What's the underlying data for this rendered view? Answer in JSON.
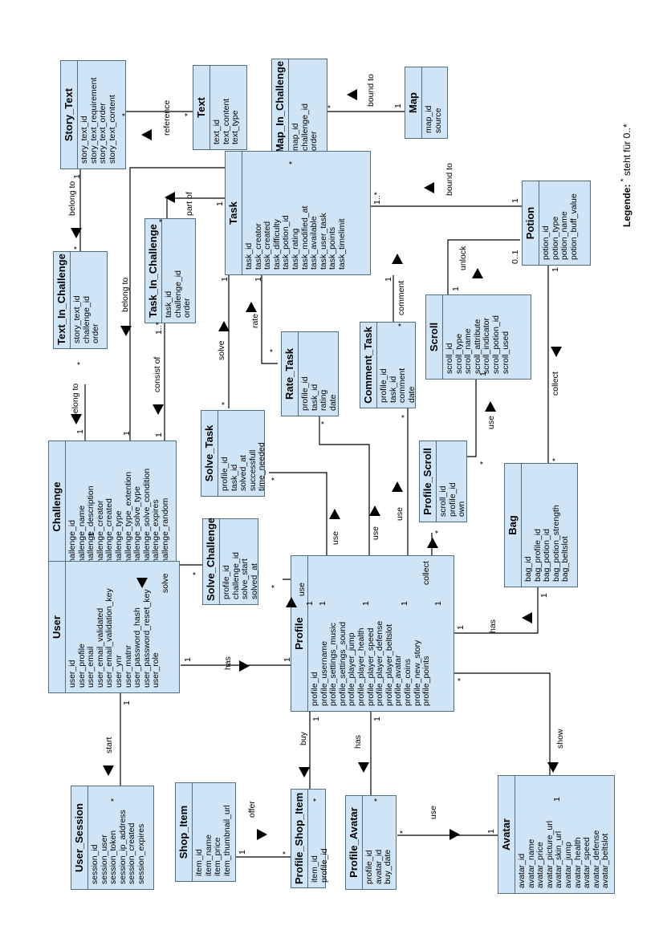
{
  "entities": {
    "story_text": {
      "name": "Story_Text",
      "attrs": [
        "story_text_id",
        "story_text_requirement",
        "story_text_order",
        "story_text_content"
      ]
    },
    "text": {
      "name": "Text",
      "attrs": [
        "text_id",
        "text_content",
        "text_type"
      ]
    },
    "map_in_challenge": {
      "name": "Map_In_Challenge",
      "attrs": [
        "map_id",
        "challenge_id",
        "order"
      ]
    },
    "map": {
      "name": "Map",
      "attrs": [
        "map_id",
        "source"
      ]
    },
    "text_in_challenge": {
      "name": "Text_In_Challenge",
      "attrs": [
        "story_text_id",
        "challenge_id",
        "order"
      ]
    },
    "task_in_challenge": {
      "name": "Task_In_Challenge",
      "attrs": [
        "task_id",
        "challenge_id",
        "order"
      ]
    },
    "task": {
      "name": "Task",
      "attrs": [
        "task_id",
        "task_creator",
        "task_created",
        "task_difficulty",
        "task_potion_id",
        "task_rating",
        "task_modified_at",
        "task_available",
        "task_user_task",
        "task_points",
        "task_timelimit"
      ]
    },
    "potion": {
      "name": "Potion",
      "attrs": [
        "potion_id",
        "potion_type",
        "potion_name",
        "potion_buff_value"
      ]
    },
    "scroll": {
      "name": "Scroll",
      "attrs": [
        "scroll_id",
        "scroll_type",
        "scroll_name",
        "scroll_attribute",
        "scroll_indicator",
        "scroll_potion_id",
        "scroll_used"
      ]
    },
    "rate_task": {
      "name": "Rate_Task",
      "attrs": [
        "profile_id",
        "task_id",
        "rating",
        "date"
      ]
    },
    "comment_task": {
      "name": "Comment_Task",
      "attrs": [
        "profile_id",
        "task_id",
        "comment",
        "date"
      ]
    },
    "challenge": {
      "name": "Challenge",
      "attrs": [
        "challenge_id",
        "challenge_name",
        "challenge_description",
        "challenge_creator",
        "challenge_created",
        "challenge_type",
        "challenge_type_extention",
        "challenge_solve_type",
        "challenge_solve_condition",
        "challenge_expires",
        "challenge_random"
      ]
    },
    "solve_task": {
      "name": "Solve_Task",
      "attrs": [
        "profile_id",
        "task_id",
        "solved_at",
        "successfull",
        "time_needed"
      ]
    },
    "profile_scroll": {
      "name": "Profile_Scroll",
      "attrs": [
        "scroll_id",
        "profile_id",
        "own"
      ]
    },
    "bag": {
      "name": "Bag",
      "attrs": [
        "bag_id",
        "bag_profile_id",
        "bag_potion_id",
        "bag_potion_strength",
        "bag_beltslot"
      ]
    },
    "solve_challenge": {
      "name": "Solve_Challenge",
      "attrs": [
        "profile_id",
        "challenge_id",
        "solve_start",
        "solved_at"
      ]
    },
    "user": {
      "name": "User",
      "attrs": [
        "user_id",
        "user_profile",
        "user_email",
        "user_email_validated",
        "user_email_validation_key",
        "user_ynr",
        "user_matnr",
        "user_password_hash",
        "user_password_reset_key",
        "user_role"
      ]
    },
    "profile": {
      "name": "Profile",
      "attrs": [
        "profile_id",
        "profile_username",
        "profile_settings_music",
        "profile_settings_sound",
        "profile_player_jump",
        "profile_player_health",
        "profile_player_speed",
        "profile_player_defense",
        "profile_player_beltslot",
        "profile_avatar",
        "profile_coins",
        "profile_new_story",
        "profile_points"
      ]
    },
    "user_session": {
      "name": "User_Session",
      "attrs": [
        "session_id",
        "session_user",
        "session_token",
        "session_ip_address",
        "session_created",
        "session_expires"
      ]
    },
    "shop_item": {
      "name": "Shop_Item",
      "attrs": [
        "item_id",
        "item_name",
        "item_price",
        "item_thumbnail_url"
      ]
    },
    "profile_shop_item": {
      "name": "Profile_Shop_Item",
      "attrs": [
        "item_id",
        "profile_id"
      ]
    },
    "profile_avatar": {
      "name": "Profile_Avatar",
      "attrs": [
        "profile_id",
        "avatar_id",
        "buy_date"
      ]
    },
    "avatar": {
      "name": "Avatar",
      "attrs": [
        "avatar_id",
        "avatar_name",
        "avatar_price",
        "avatar_picture_url",
        "avatar_skin_url",
        "avatar_jump",
        "avatar_health",
        "avatar_speed",
        "avatar_defense",
        "avatar_beltslot"
      ]
    }
  },
  "relationships": {
    "story_text_text": "reference",
    "mapinchallenge_map": "bound to",
    "storytext_textinchallenge": "belong to",
    "textinchallenge_challenge": "belong to",
    "mapinchallenge_challenge": "belong to",
    "taskinchallenge_task": "part of",
    "taskinchallenge_challenge": "consist of",
    "task_potion": "bound to",
    "potion_scroll": "unlock",
    "ratetask_task": "rate",
    "solvetask_task": "solve",
    "commenttask_task": "comment",
    "profile_commenttask": "use",
    "profile_ratetask": "use",
    "profile_solvetask": "use",
    "profile_solvechallenge": "use",
    "challenge_solvechallenge": "solve",
    "scroll_profilescroll": "use",
    "profile_profilescroll": "collect",
    "potion_bag": "collect",
    "profile_bag": "has",
    "user_profile": "has",
    "user_usersession": "start",
    "profile_profileshopitem": "buy",
    "shopitem_profileshopitem": "offer",
    "profile_profileavatar": "has",
    "profileavatar_avatar": "use",
    "profile_avatar": "show"
  },
  "multiplicities": {
    "st_text_a": "*",
    "st_text_b": "*",
    "mic_map_a": "*",
    "mic_map_b": "1",
    "st_tic_a": "1",
    "st_tic_b": "*",
    "tic_ch_a": "*",
    "tic_ch_b": "1",
    "mic_ch_a": "*",
    "mic_ch_b": "1",
    "tkic_task_a": "*",
    "tkic_task_b": "1",
    "tkic_ch_a": "1..*",
    "tkic_ch_b": "1",
    "task_potion_a": "1..*",
    "task_potion_b": "1",
    "potion_scroll_a": "0..1",
    "potion_scroll_b": "1",
    "rt_task_a": "*",
    "rt_task_b": "1",
    "sv_task_a": "*",
    "sv_task_b": "1",
    "ct_task_a": "*",
    "ct_task_b": "1",
    "pr_ct_a": "1",
    "pr_ct_b": "*",
    "pr_rt_a": "1",
    "pr_rt_b": "*",
    "pr_sv_a": "1",
    "pr_sv_b": "*",
    "pr_sc_a": "1",
    "pr_sc_b": "*",
    "ch_sc_a": "1",
    "ch_sc_b": "*",
    "scroll_ps_a": "1",
    "scroll_ps_b": "*",
    "pr_ps_a": "1",
    "pr_ps_b": "*",
    "potion_bag_a": "1",
    "potion_bag_b": "*",
    "pr_bag_a": "1",
    "pr_bag_b": "1",
    "user_pr_a": "1",
    "user_pr_b": "1",
    "user_us_a": "1",
    "user_us_b": "*",
    "pr_psi_a": "1",
    "pr_psi_b": "*",
    "si_psi_a": "1",
    "si_psi_b": "*",
    "pr_pa_a": "1",
    "pr_pa_b": "*",
    "pa_av_a": "*",
    "pa_av_b": "1",
    "pr_av_a": "*",
    "pr_av_b": "1"
  },
  "legend": {
    "title": "Legende:",
    "symbol": "*",
    "text": "steht für 0..*"
  }
}
